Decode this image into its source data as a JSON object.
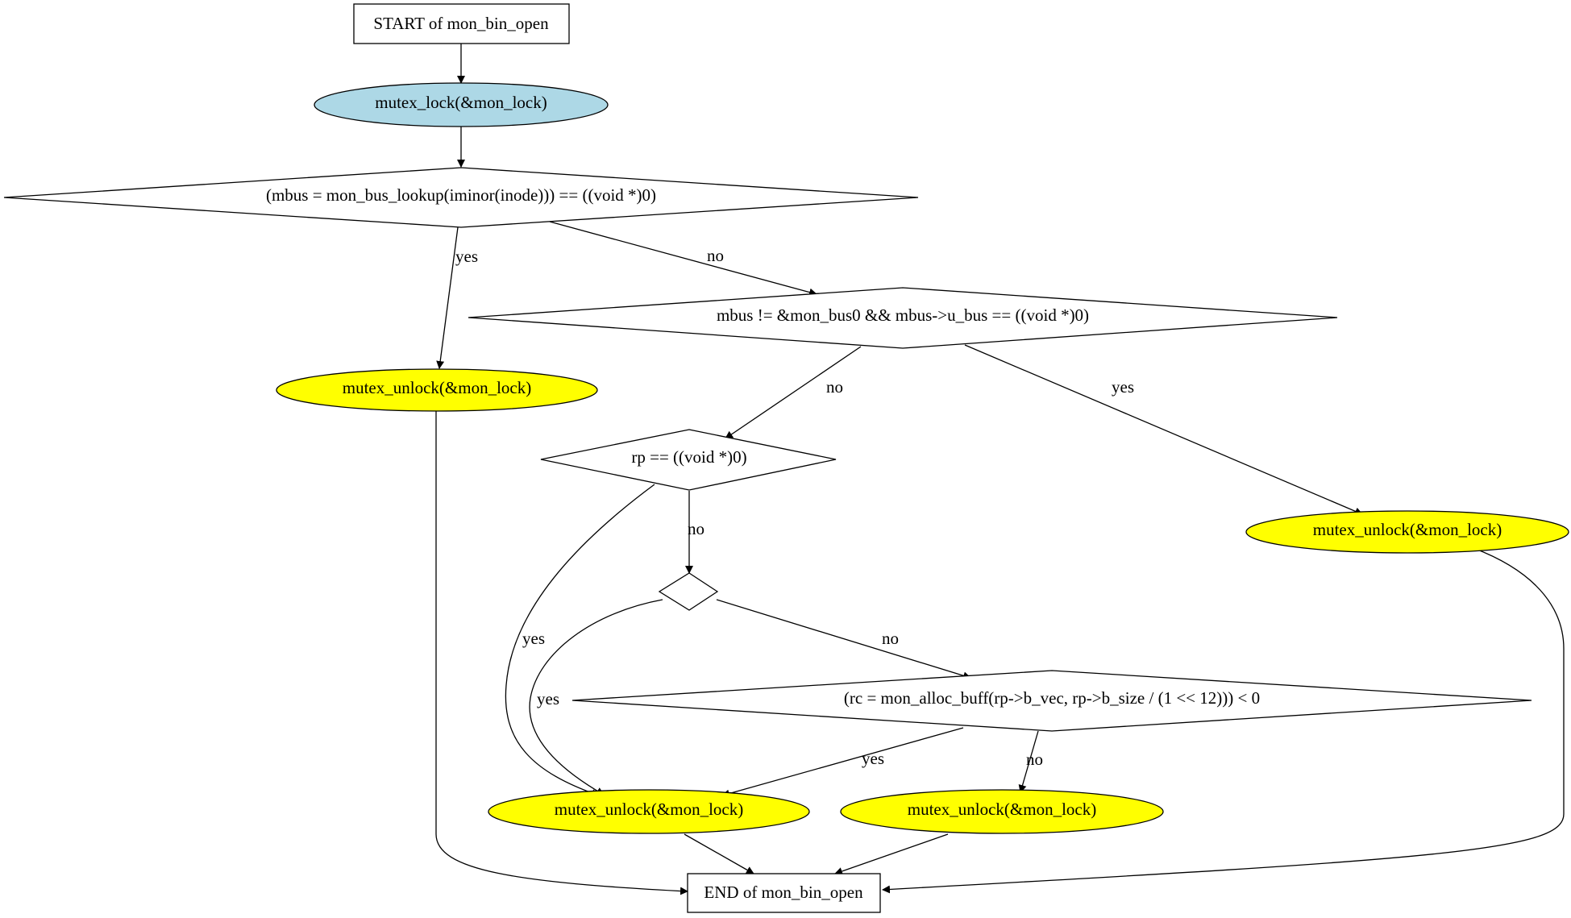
{
  "colors": {
    "lock_fill": "#add8e6",
    "unlock_fill": "#ffff00",
    "box_fill": "#ffffff",
    "line": "#000000"
  },
  "nodes": {
    "start": "START of mon_bin_open",
    "lock": "mutex_lock(&mon_lock)",
    "cond_lookup": "(mbus = mon_bus_lookup(iminor(inode))) == ((void *)0)",
    "cond_ubus": "mbus != &mon_bus0 && mbus->u_bus == ((void *)0)",
    "unlock_a": "mutex_unlock(&mon_lock)",
    "cond_rp": "rp == ((void *)0)",
    "unlock_b": "mutex_unlock(&mon_lock)",
    "cond_empty": "",
    "cond_alloc": "(rc = mon_alloc_buff(rp->b_vec, rp->b_size / (1 << 12))) < 0",
    "unlock_c": "mutex_unlock(&mon_lock)",
    "unlock_d": "mutex_unlock(&mon_lock)",
    "end": "END of mon_bin_open"
  },
  "edges": {
    "lookup_yes": "yes",
    "lookup_no": "no",
    "ubus_no": "no",
    "ubus_yes": "yes",
    "rp_no": "no",
    "rp_yes": "yes",
    "empty_yes": "yes",
    "empty_no": "no",
    "alloc_yes": "yes",
    "alloc_no": "no"
  }
}
